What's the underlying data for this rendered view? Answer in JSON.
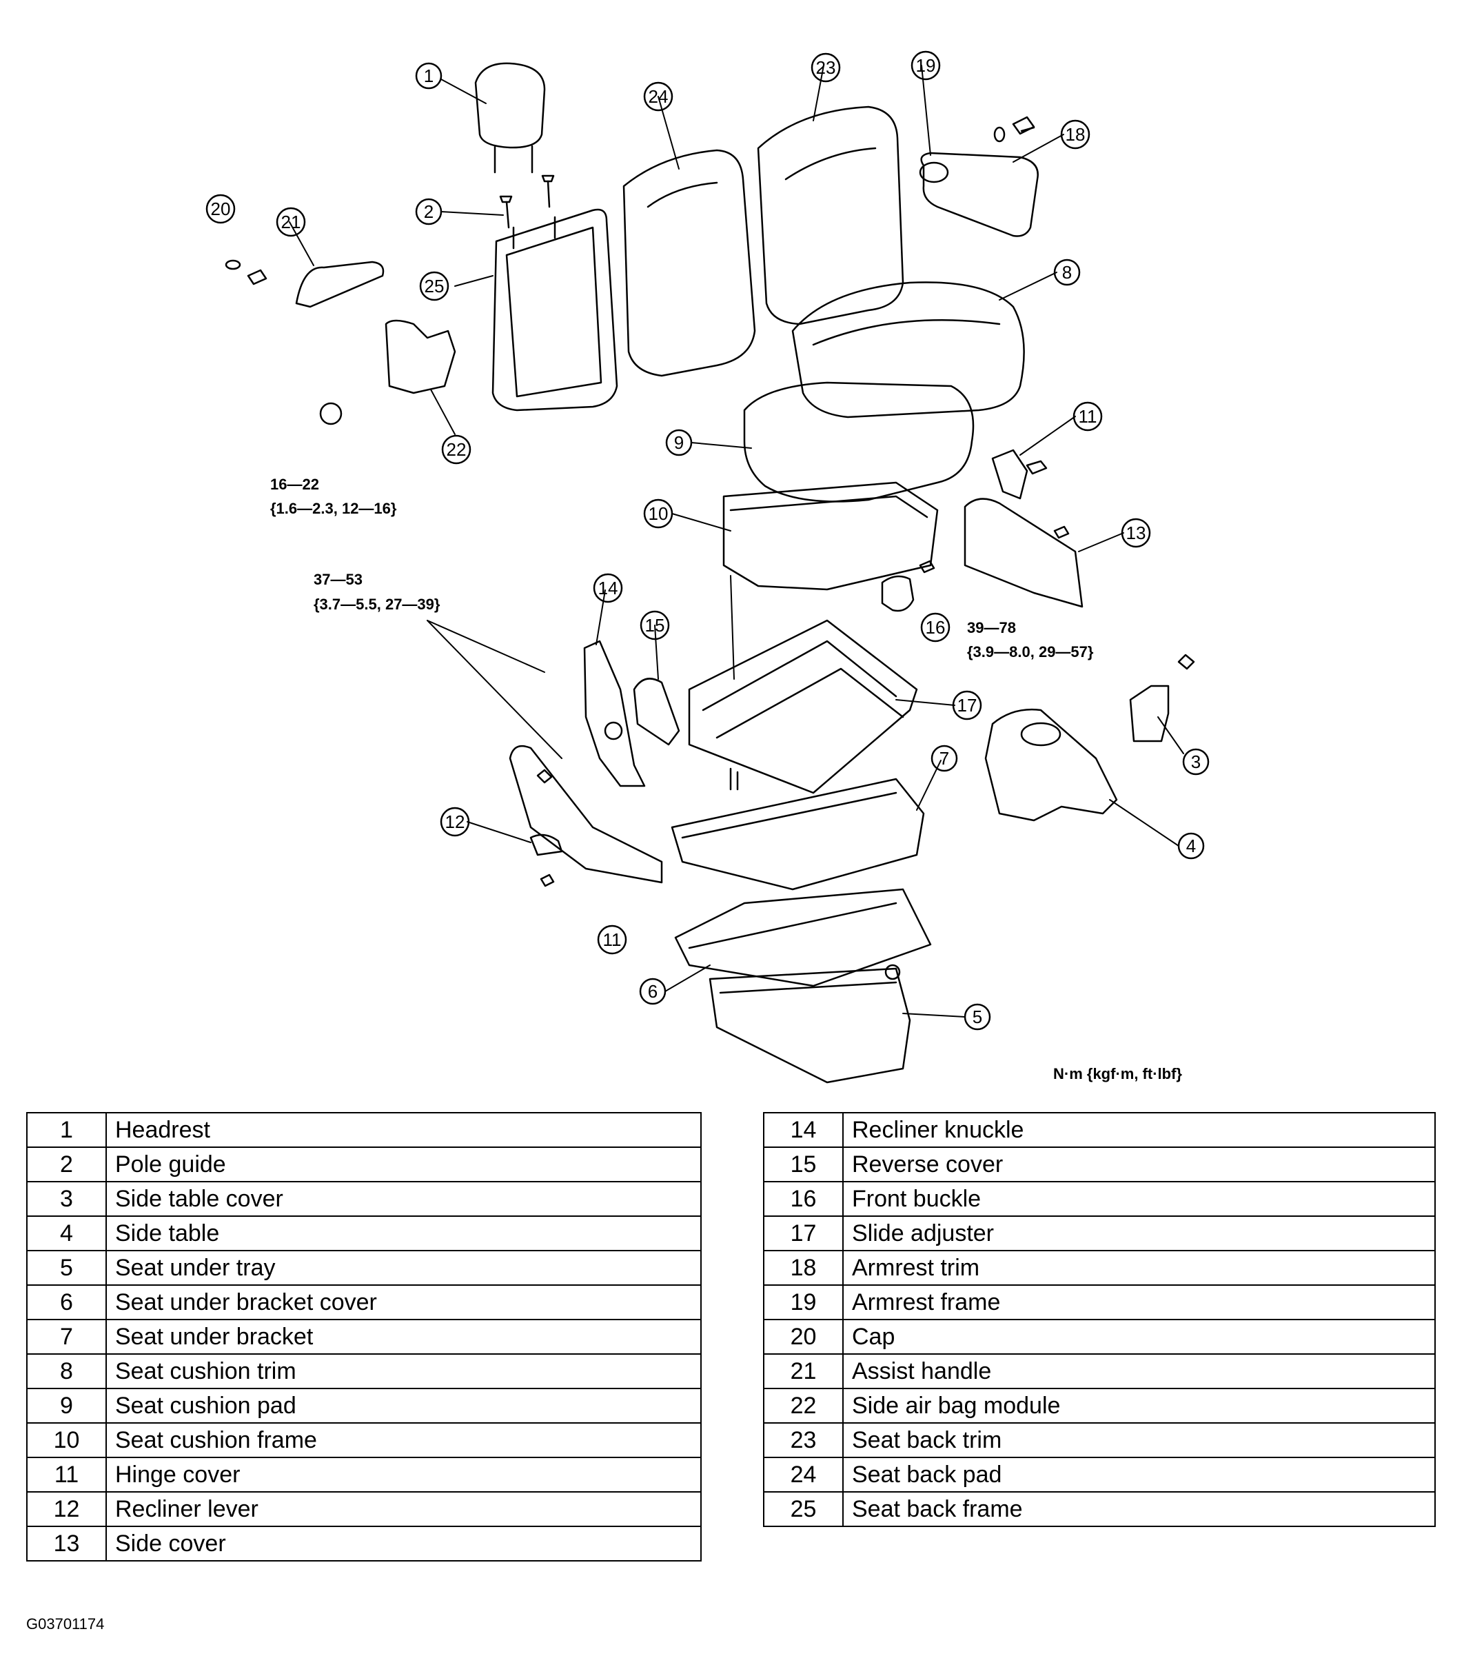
{
  "diagram": {
    "callouts": [
      "1",
      "2",
      "3",
      "4",
      "5",
      "6",
      "7",
      "8",
      "9",
      "10",
      "11",
      "11",
      "12",
      "13",
      "14",
      "15",
      "16",
      "17",
      "18",
      "19",
      "20",
      "21",
      "22",
      "23",
      "24",
      "25"
    ],
    "torque_specs": [
      {
        "range": "16—22",
        "alt": "{1.6—2.3, 12—16}"
      },
      {
        "range": "37—53",
        "alt": "{3.7—5.5, 27—39}"
      },
      {
        "range": "39—78",
        "alt": "{3.9—8.0, 29—57}"
      }
    ],
    "unit_label": "N·m {kgf·m, ft·lbf}"
  },
  "legend_left": [
    {
      "num": "1",
      "name": "Headrest"
    },
    {
      "num": "2",
      "name": "Pole guide"
    },
    {
      "num": "3",
      "name": "Side table cover"
    },
    {
      "num": "4",
      "name": "Side table"
    },
    {
      "num": "5",
      "name": "Seat under tray"
    },
    {
      "num": "6",
      "name": "Seat under bracket cover"
    },
    {
      "num": "7",
      "name": "Seat under bracket"
    },
    {
      "num": "8",
      "name": "Seat cushion trim"
    },
    {
      "num": "9",
      "name": "Seat cushion pad"
    },
    {
      "num": "10",
      "name": "Seat cushion frame"
    },
    {
      "num": "11",
      "name": "Hinge cover"
    },
    {
      "num": "12",
      "name": "Recliner lever"
    },
    {
      "num": "13",
      "name": "Side cover"
    }
  ],
  "legend_right": [
    {
      "num": "14",
      "name": "Recliner knuckle"
    },
    {
      "num": "15",
      "name": "Reverse cover"
    },
    {
      "num": "16",
      "name": "Front buckle"
    },
    {
      "num": "17",
      "name": "Slide adjuster"
    },
    {
      "num": "18",
      "name": "Armrest trim"
    },
    {
      "num": "19",
      "name": "Armrest frame"
    },
    {
      "num": "20",
      "name": "Cap"
    },
    {
      "num": "21",
      "name": "Assist handle"
    },
    {
      "num": "22",
      "name": "Side air bag module"
    },
    {
      "num": "23",
      "name": "Seat back trim"
    },
    {
      "num": "24",
      "name": "Seat back pad"
    },
    {
      "num": "25",
      "name": "Seat back frame"
    }
  ],
  "figure_code": "G03701174"
}
